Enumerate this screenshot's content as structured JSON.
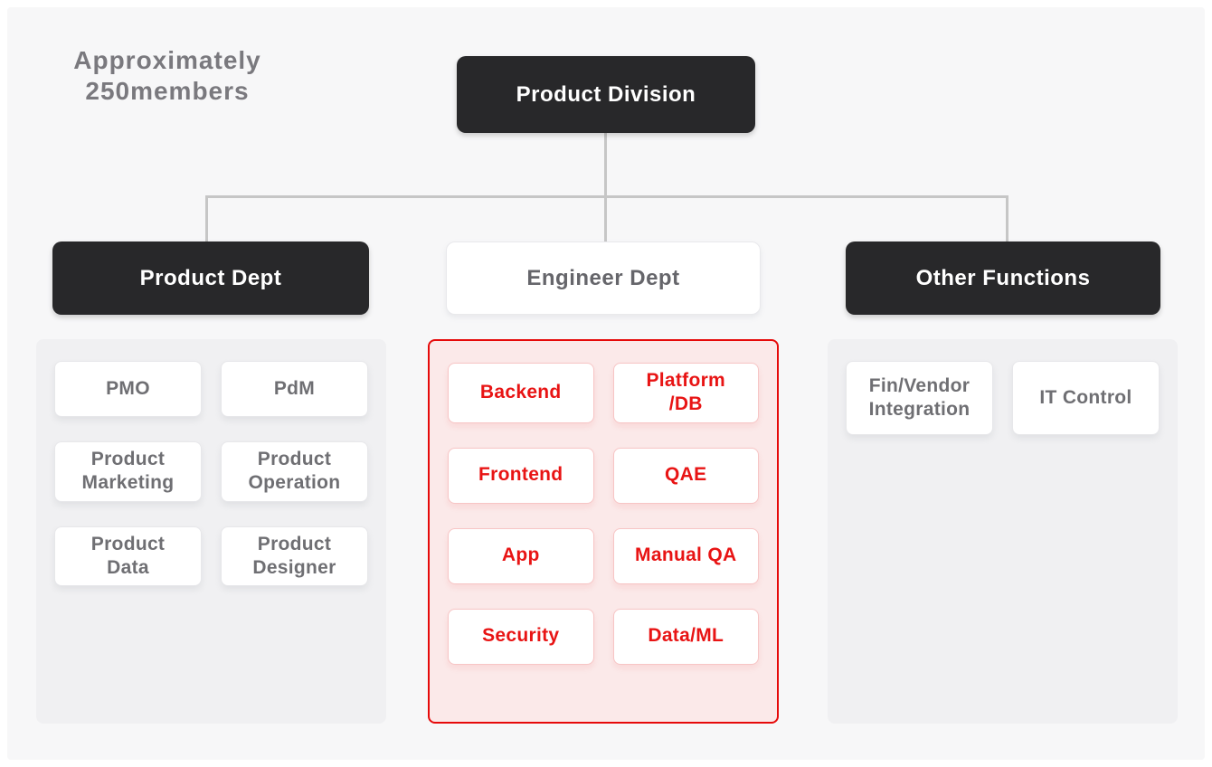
{
  "annotation": {
    "text": "Approximately\n250members"
  },
  "root": {
    "label": "Product Division"
  },
  "departments": [
    {
      "label": "Product Dept",
      "children": [
        "PMO",
        "PdM",
        "Product\nMarketing",
        "Product\nOperation",
        "Product\nData",
        "Product\nDesigner"
      ]
    },
    {
      "label": "Engineer Dept",
      "children": [
        "Backend",
        "Platform\n/DB",
        "Frontend",
        "QAE",
        "App",
        "Manual QA",
        "Security",
        "Data/ML"
      ]
    },
    {
      "label": "Other Functions",
      "children": [
        "Fin/Vendor\nIntegration",
        "IT Control"
      ]
    }
  ],
  "colors": {
    "dark_box": "#28282a",
    "accent_red": "#e81414",
    "panel_pink": "#fbe9e9",
    "panel_border_red": "#e60a0a",
    "panel_gray": "#f0f0f2",
    "connector_gray": "#c6c6c6",
    "text_gray": "#6f6f73",
    "background": "#f7f7f8"
  }
}
